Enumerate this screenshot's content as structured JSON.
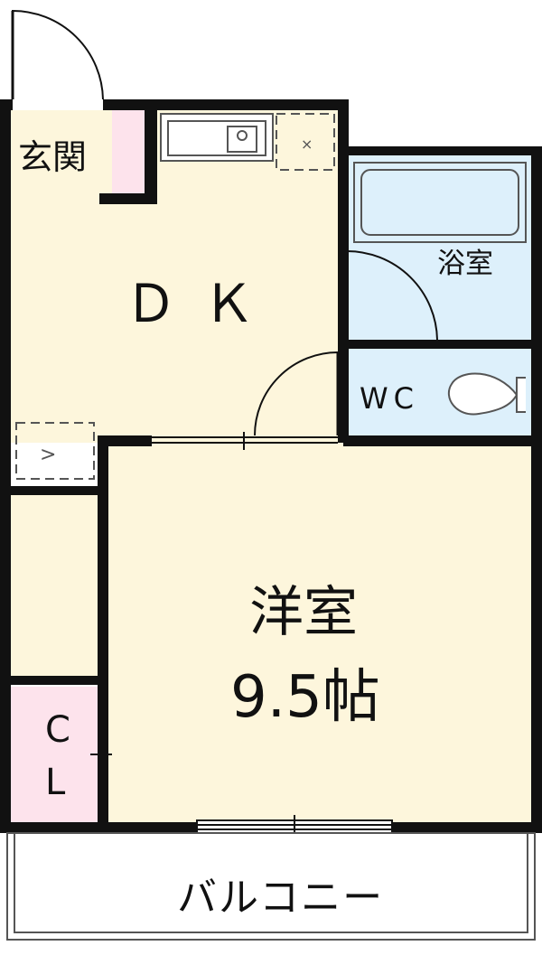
{
  "floor_plan": {
    "rooms": {
      "genkan": {
        "label": "玄関"
      },
      "dk": {
        "label": "ＤＫ"
      },
      "bath": {
        "label": "浴室"
      },
      "wc": {
        "label": "WC"
      },
      "western_room": {
        "label": "洋室",
        "area": "9.5帖"
      },
      "closet": {
        "label_line1": "C",
        "label_line2": "L"
      },
      "balcony": {
        "label": "バルコニー"
      }
    },
    "colors": {
      "wall": "#111111",
      "living_floor": "#fdf6dc",
      "bath_wc_floor": "#ddf0fb",
      "entrance_pink": "#fde3ec",
      "fixture_stroke": "#555555"
    }
  }
}
